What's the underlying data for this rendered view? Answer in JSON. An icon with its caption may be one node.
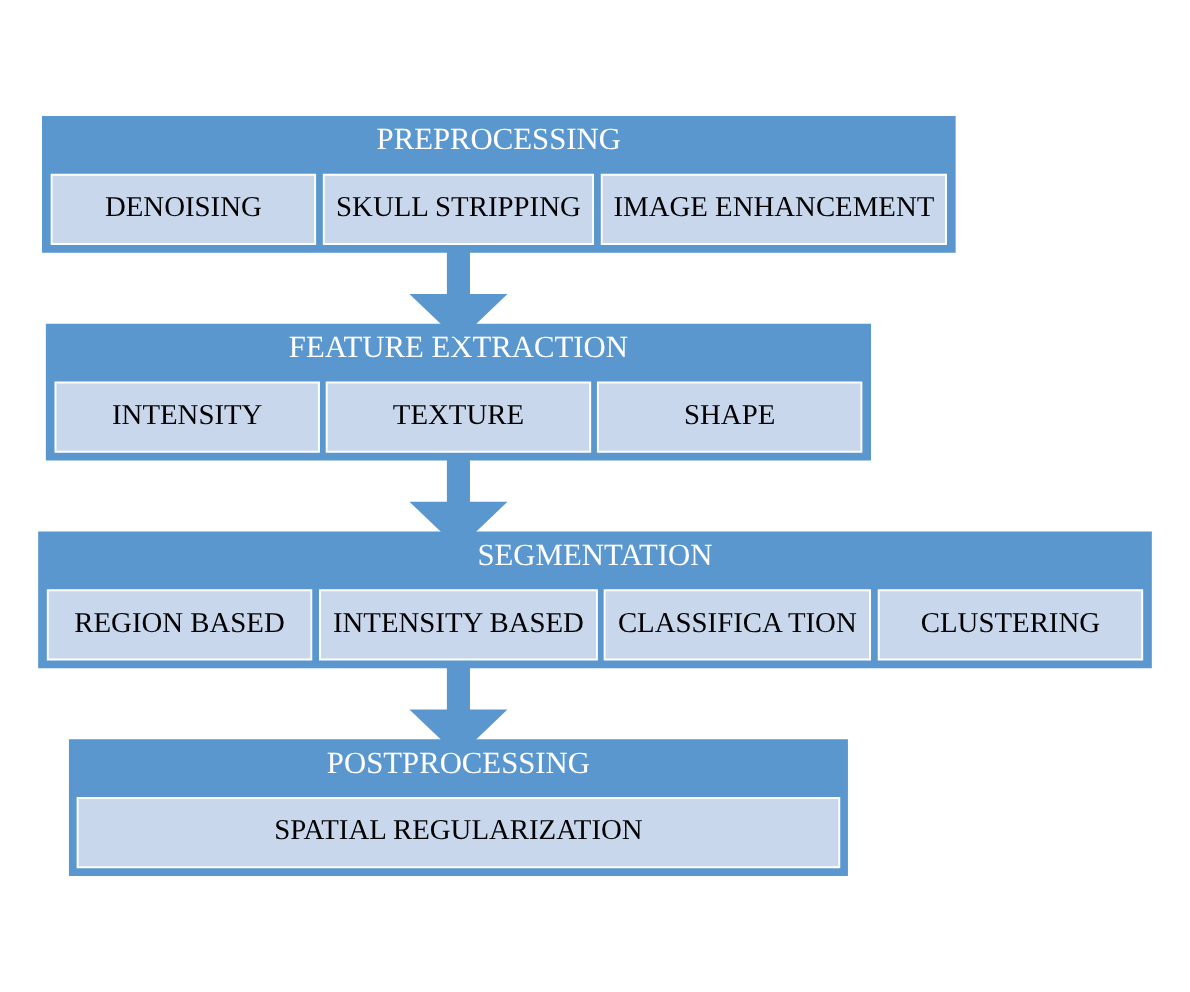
{
  "diagram": {
    "nodes": [
      {
        "text": [
          "PREPROCESSING"
        ]
      },
      {
        "text": [
          "DENOISING"
        ],
        "in": 0
      },
      {
        "text": [
          "SKULL STRIPPING"
        ],
        "in": 0
      },
      {
        "text": [
          "IMAGE ENHANCEMENT"
        ],
        "in": 0
      },
      {
        "text": [
          "FEATURE EXTRACTION"
        ]
      },
      {
        "text": [
          "INTENSITY"
        ],
        "in": 4
      },
      {
        "text": [
          "TEXTURE"
        ],
        "in": 4
      },
      {
        "text": [
          "SHAPE"
        ],
        "in": 4
      },
      {
        "text": [
          "SEGMENTATION"
        ]
      },
      {
        "text": [
          "REGION BASED"
        ],
        "in": 8
      },
      {
        "text": [
          "INTENSITY BASED"
        ],
        "in": 8
      },
      {
        "text": [
          "CLASSIFICA TION"
        ],
        "in": 8
      },
      {
        "text": [
          "CLUSTERING"
        ],
        "in": 8
      },
      {
        "text": [
          "POSTPROCESSING"
        ]
      },
      {
        "text": [
          "SPATIAL REGULARIZATION"
        ],
        "in": 13
      }
    ],
    "edges": [
      {
        "from": 0,
        "to": 4,
        "arrow": "to"
      },
      {
        "from": 4,
        "to": 8,
        "arrow": "to"
      },
      {
        "from": 8,
        "to": 13,
        "arrow": "to"
      }
    ]
  }
}
